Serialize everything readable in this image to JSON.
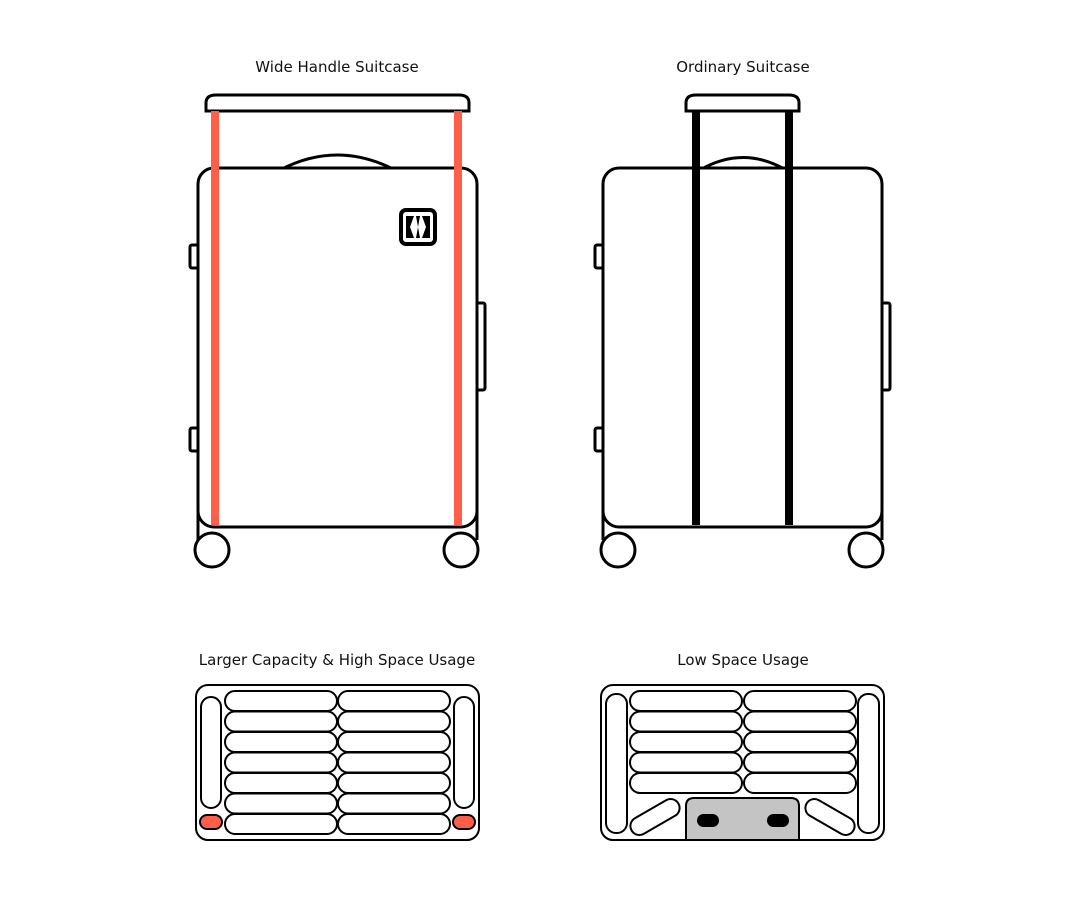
{
  "titles": {
    "wide_handle": "Wide Handle Suitcase",
    "ordinary": "Ordinary Suitcase",
    "large_capacity": "Larger Capacity & High Space Usage",
    "low_space": "Low Space Usage"
  },
  "colors": {
    "accent": "#FF5F48",
    "stroke": "#000000",
    "gray": "#C4C4C4"
  },
  "layout_counts": {
    "wide_rows": 7,
    "ordinary_rows": 5
  }
}
